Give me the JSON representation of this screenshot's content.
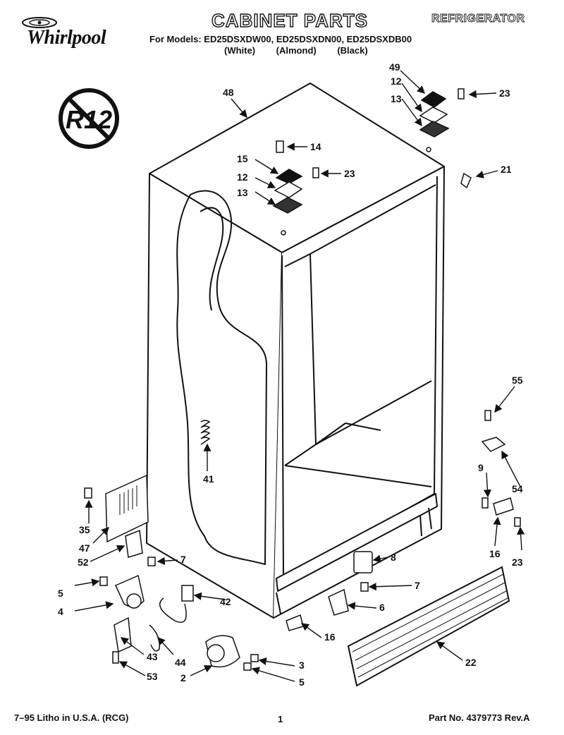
{
  "header": {
    "brand": "Whirlpool",
    "title": "CABINET PARTS",
    "category": "REFRIGERATOR",
    "models_line": "For Models: ED25DSXDW00, ED25DSXDN00, ED25DSXDB00",
    "colors": [
      "(White)",
      "(Almond)",
      "(Black)"
    ]
  },
  "badge": {
    "text": "R12"
  },
  "callouts": [
    {
      "id": "48",
      "label": "48"
    },
    {
      "id": "49",
      "label": "49"
    },
    {
      "id": "12a",
      "label": "12"
    },
    {
      "id": "13a",
      "label": "13"
    },
    {
      "id": "23a",
      "label": "23"
    },
    {
      "id": "14",
      "label": "14"
    },
    {
      "id": "15",
      "label": "15"
    },
    {
      "id": "12b",
      "label": "12"
    },
    {
      "id": "23b",
      "label": "23"
    },
    {
      "id": "13b",
      "label": "13"
    },
    {
      "id": "21",
      "label": "21"
    },
    {
      "id": "55",
      "label": "55"
    },
    {
      "id": "41",
      "label": "41"
    },
    {
      "id": "9",
      "label": "9"
    },
    {
      "id": "54",
      "label": "54"
    },
    {
      "id": "35",
      "label": "35"
    },
    {
      "id": "47",
      "label": "47"
    },
    {
      "id": "16a",
      "label": "16"
    },
    {
      "id": "23c",
      "label": "23"
    },
    {
      "id": "52",
      "label": "52"
    },
    {
      "id": "8",
      "label": "8"
    },
    {
      "id": "7a",
      "label": "7"
    },
    {
      "id": "5a",
      "label": "5"
    },
    {
      "id": "7b",
      "label": "7"
    },
    {
      "id": "42",
      "label": "42"
    },
    {
      "id": "4",
      "label": "4"
    },
    {
      "id": "6",
      "label": "6"
    },
    {
      "id": "16b",
      "label": "16"
    },
    {
      "id": "43",
      "label": "43"
    },
    {
      "id": "44",
      "label": "44"
    },
    {
      "id": "22",
      "label": "22"
    },
    {
      "id": "3",
      "label": "3"
    },
    {
      "id": "53",
      "label": "53"
    },
    {
      "id": "2",
      "label": "2"
    },
    {
      "id": "5b",
      "label": "5"
    }
  ],
  "footer": {
    "left": "7–95 Litho in U.S.A. (RCG)",
    "page": "1",
    "right": "Part No. 4379773 Rev.A"
  }
}
